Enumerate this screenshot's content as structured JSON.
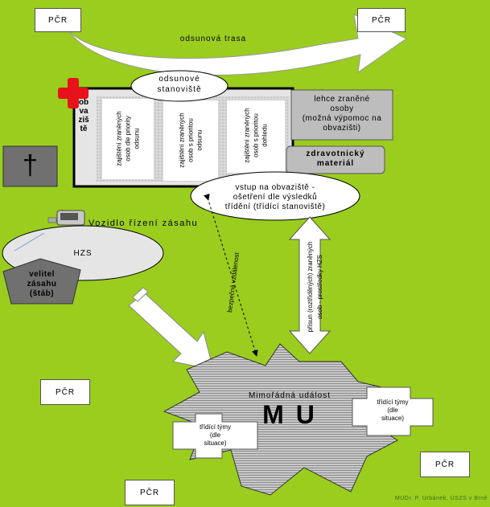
{
  "pcr": "PČR",
  "evac_route": "odsunová trasa",
  "evac_station": [
    "odsunové",
    "stanoviště"
  ],
  "dressing": "obvaziště",
  "col1": [
    "zajištění zraněných",
    "osob dle priority",
    "odsunu"
  ],
  "col2": [
    "zajištění zraněných",
    "osob s prioritou",
    "odsunu"
  ],
  "col3": [
    "zajištění zraněných",
    "osob s prioritou",
    "dohledu"
  ],
  "light_injured": [
    "lehce zraněné",
    "osoby",
    "(možná výpomoc na",
    "obvazišti)"
  ],
  "medical": [
    "zdravotnický",
    "materiál"
  ],
  "entry": [
    "vstup na obvaziště -",
    "ošetření dle výsledků",
    "třídění (třídící stanoviště)"
  ],
  "vehicle": "Vozidlo řízení zásahu",
  "hzs": "HZS",
  "commander": [
    "velitel",
    "zásahu",
    "(štáb)"
  ],
  "safe_dist": "bezpečná vzdálenost",
  "transport": [
    "přísun (roztříděných) zraněných",
    "osob - prostředky HZS"
  ],
  "event": "Mimořádná událost",
  "mu": "M U",
  "teams": [
    "třídící týmy",
    "(dle",
    "situace)"
  ],
  "cross": "†",
  "author": "MUDr. P. Urbánek, ÚSZS v Brně",
  "colors": {
    "bg": "#9acd1e",
    "gray": "#bdbdbd",
    "red": "#e8121a",
    "dark": "#707070"
  }
}
